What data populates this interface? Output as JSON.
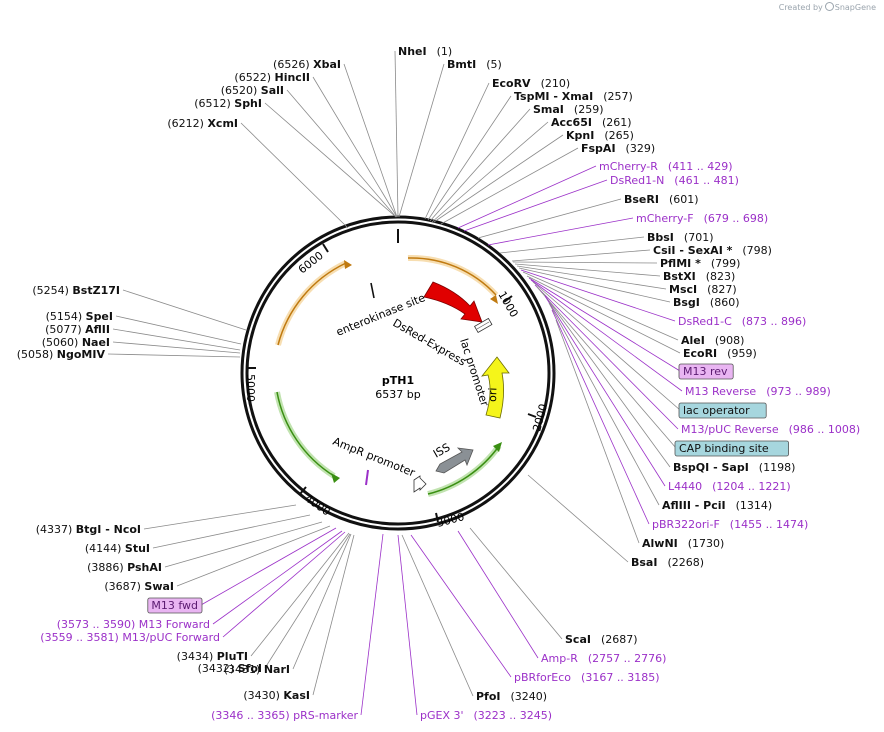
{
  "branding": {
    "created_by": "Created by",
    "app": "SnapGene"
  },
  "plasmid": {
    "name": "pTH1",
    "length": "6537 bp",
    "ticks": [
      "1000",
      "2000",
      "3000",
      "4000",
      "5000",
      "6000"
    ]
  },
  "colors": {
    "site": "#000000",
    "primer": "#9b30c8",
    "cds_orange": "#e8a020",
    "cds_green": "#4caf1e",
    "dsred": "#e00000",
    "ori": "#f5f51a",
    "misc_box": "#a6d6de",
    "primer_box": "#e9b5f2"
  },
  "features": {
    "enterokinase": "enterokinase site",
    "dsred": "DsRed-Express",
    "lac": "lac promoter",
    "ori": "ori",
    "ampr_promoter": "AmpR promoter",
    "iss": "ISS"
  },
  "labels": [
    {
      "kind": "site",
      "name": "NheI",
      "pos": "(1)"
    },
    {
      "kind": "site",
      "name": "BmtI",
      "pos": "(5)"
    },
    {
      "kind": "site",
      "name": "EcoRV",
      "pos": "(210)"
    },
    {
      "kind": "site",
      "name": "TspMI",
      "extra": "- XmaI",
      "pos": "(257)"
    },
    {
      "kind": "site",
      "name": "SmaI",
      "pos": "(259)"
    },
    {
      "kind": "site",
      "name": "Acc65I",
      "pos": "(261)"
    },
    {
      "kind": "site",
      "name": "KpnI",
      "pos": "(265)"
    },
    {
      "kind": "site",
      "name": "FspAI",
      "pos": "(329)"
    },
    {
      "kind": "primer",
      "name": "mCherry-R",
      "pos": "(411 .. 429)"
    },
    {
      "kind": "primer",
      "name": "DsRed1-N",
      "pos": "(461 .. 481)"
    },
    {
      "kind": "site",
      "name": "BseRI",
      "pos": "(601)"
    },
    {
      "kind": "primer",
      "name": "mCherry-F",
      "pos": "(679 .. 698)"
    },
    {
      "kind": "site",
      "name": "BbsI",
      "pos": "(701)"
    },
    {
      "kind": "site",
      "name": "CsiI",
      "extra": "- SexAI *",
      "pos": "(798)"
    },
    {
      "kind": "site",
      "name": "PflMI *",
      "pos": "(799)"
    },
    {
      "kind": "site",
      "name": "BstXI",
      "pos": "(823)"
    },
    {
      "kind": "site",
      "name": "MscI",
      "pos": "(827)"
    },
    {
      "kind": "site",
      "name": "BsgI",
      "pos": "(860)"
    },
    {
      "kind": "primer",
      "name": "DsRed1-C",
      "pos": "(873 .. 896)"
    },
    {
      "kind": "site",
      "name": "AleI",
      "pos": "(908)"
    },
    {
      "kind": "site",
      "name": "EcoRI",
      "pos": "(959)"
    },
    {
      "kind": "primerbox",
      "name": "M13 rev",
      "pos": ""
    },
    {
      "kind": "primer",
      "name": "M13 Reverse",
      "pos": "(973 .. 989)"
    },
    {
      "kind": "miscbox",
      "name": "lac operator",
      "pos": ""
    },
    {
      "kind": "primer",
      "name": "M13/pUC Reverse",
      "pos": "(986 .. 1008)"
    },
    {
      "kind": "miscbox",
      "name": "CAP binding site",
      "pos": ""
    },
    {
      "kind": "site",
      "name": "BspQI",
      "extra": "- SapI",
      "pos": "(1198)"
    },
    {
      "kind": "primer",
      "name": "L4440",
      "pos": "(1204 .. 1221)"
    },
    {
      "kind": "site",
      "name": "AflIII",
      "extra": "- PciI",
      "pos": "(1314)"
    },
    {
      "kind": "primer",
      "name": "pBR322ori-F",
      "pos": "(1455 .. 1474)"
    },
    {
      "kind": "site",
      "name": "AlwNI",
      "pos": "(1730)"
    },
    {
      "kind": "site",
      "name": "BsaI",
      "pos": "(2268)"
    },
    {
      "kind": "site",
      "name": "ScaI",
      "pos": "(2687)"
    },
    {
      "kind": "primer",
      "name": "Amp-R",
      "pos": "(2757 .. 2776)"
    },
    {
      "kind": "primer",
      "name": "pBRforEco",
      "pos": "(3167 .. 3185)"
    },
    {
      "kind": "site",
      "name": "PfoI",
      "pos": "(3240)"
    },
    {
      "kind": "primer",
      "name": "pGEX 3'",
      "pos": "(3223 .. 3245)"
    },
    {
      "kind": "primer",
      "name": "pRS-marker",
      "pos": "(3346 .. 3365)"
    },
    {
      "kind": "site",
      "name": "KasI",
      "pos": "(3430)"
    },
    {
      "kind": "site",
      "name": "NarI",
      "pos": "(3431)"
    },
    {
      "kind": "site",
      "name": "SfoI",
      "pos": "(3432)"
    },
    {
      "kind": "site",
      "name": "PluTI",
      "pos": "(3434)"
    },
    {
      "kind": "primer",
      "name": "M13/pUC Forward",
      "pos": "(3559 .. 3581)"
    },
    {
      "kind": "primer",
      "name": "M13 Forward",
      "pos": "(3573 .. 3590)"
    },
    {
      "kind": "primerbox",
      "name": "M13 fwd",
      "pos": ""
    },
    {
      "kind": "site",
      "name": "SwaI",
      "pos": "(3687)"
    },
    {
      "kind": "site",
      "name": "PshAI",
      "pos": "(3886)"
    },
    {
      "kind": "site",
      "name": "StuI",
      "pos": "(4144)"
    },
    {
      "kind": "site",
      "name": "BtgI",
      "extra": "- NcoI",
      "pos": "(4337)"
    },
    {
      "kind": "site",
      "name": "NgoMIV",
      "pos": "(5058)"
    },
    {
      "kind": "site",
      "name": "NaeI",
      "pos": "(5060)"
    },
    {
      "kind": "site",
      "name": "AflII",
      "pos": "(5077)"
    },
    {
      "kind": "site",
      "name": "SpeI",
      "pos": "(5154)"
    },
    {
      "kind": "site",
      "name": "BstZ17I",
      "pos": "(5254)"
    },
    {
      "kind": "site",
      "name": "XcmI",
      "pos": "(6212)"
    },
    {
      "kind": "site",
      "name": "SphI",
      "pos": "(6512)"
    },
    {
      "kind": "site",
      "name": "SalI",
      "pos": "(6520)"
    },
    {
      "kind": "site",
      "name": "HincII",
      "pos": "(6522)"
    },
    {
      "kind": "site",
      "name": "XbaI",
      "pos": "(6526)"
    }
  ]
}
